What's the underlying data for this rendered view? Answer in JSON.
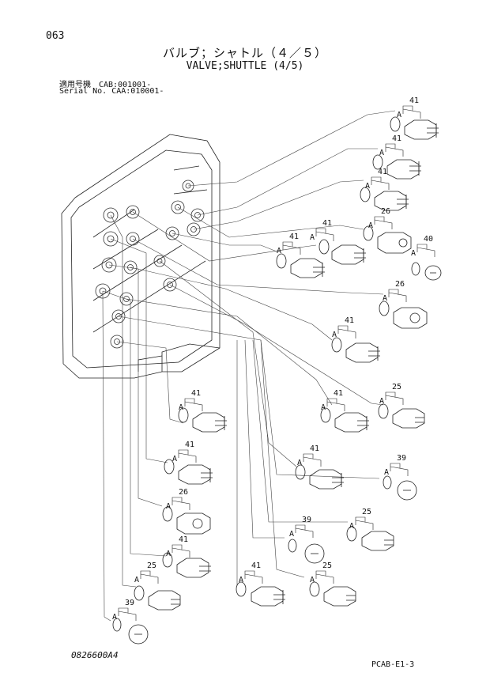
{
  "page": {
    "number": "063",
    "title_jp": "バルブ；シャトル（４／５）",
    "title_en": "VALVE;SHUTTLE (4/5)",
    "serial_line1": "適用号機　CAB:001001-",
    "serial_line2": "Serial No. CAA:010001-",
    "doc_code": "0826600A4",
    "ref_code": "PCAB-E1-3"
  },
  "callouts": [
    {
      "part": "41",
      "oring": "A"
    },
    {
      "part": "41",
      "oring": "A"
    },
    {
      "part": "41",
      "oring": "A"
    },
    {
      "part": "26",
      "oring": "A"
    },
    {
      "part": "40",
      "oring": "A"
    },
    {
      "part": "41",
      "oring": "A"
    },
    {
      "part": "41",
      "oring": "A"
    },
    {
      "part": "26",
      "oring": "A"
    },
    {
      "part": "41",
      "oring": "A"
    },
    {
      "part": "41",
      "oring": "A"
    },
    {
      "part": "25",
      "oring": "A"
    },
    {
      "part": "41",
      "oring": "A"
    },
    {
      "part": "41",
      "oring": "A"
    },
    {
      "part": "39",
      "oring": "A"
    },
    {
      "part": "41",
      "oring": "A"
    },
    {
      "part": "26",
      "oring": "A"
    },
    {
      "part": "39",
      "oring": "A"
    },
    {
      "part": "25",
      "oring": "A"
    },
    {
      "part": "41",
      "oring": "A"
    },
    {
      "part": "41",
      "oring": "A"
    },
    {
      "part": "25",
      "oring": "A"
    },
    {
      "part": "25",
      "oring": "A"
    },
    {
      "part": "39",
      "oring": "A"
    }
  ]
}
